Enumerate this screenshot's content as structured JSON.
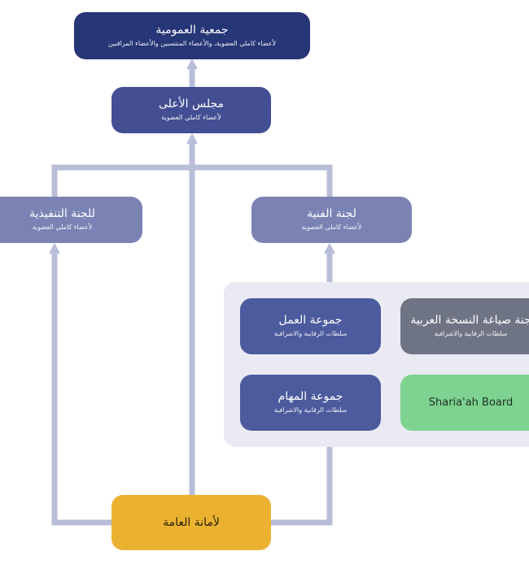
{
  "colors": {
    "connector": "#b8bdd8",
    "general_assembly": "#263676",
    "council": "#434e93",
    "committee": "#7b83b5",
    "group": "#4c5a9e",
    "drafting": "#6f7485",
    "sharia": "#7dd38f",
    "secretariat": "#ebb232",
    "panel": "#e9eaf3"
  },
  "nodes": {
    "general_assembly": {
      "title": "جمعية العمومية",
      "subtitle": "لأعضاء كاملي العضوية، والأعضاء المنتسبين والأعضاء المراقبين"
    },
    "council": {
      "title": "مجلس الأعلى",
      "subtitle": "لأعضاء كاملي العضوية"
    },
    "executive_committee": {
      "title": "للجنة التنفيذية",
      "subtitle": "لأعضاء كاملي العضوية"
    },
    "technical_committee": {
      "title": "لجنة الفنية",
      "subtitle": "لأعضاء كاملي العضوية"
    },
    "working_groups": {
      "title": "جموعة العمل",
      "subtitle": "سلطات الرقابية والاشرافية"
    },
    "task_forces": {
      "title": "جموعة المهام",
      "subtitle": "سلطات الرقابية والاشرافية"
    },
    "drafting_committee": {
      "title": "جنة صياغة النسخة العربية",
      "subtitle": "سلطات الرقابية والاشرافية"
    },
    "sharia_board": {
      "title": "Sharia'ah Board"
    },
    "secretariat": {
      "title": "لأمانة العامة"
    }
  }
}
